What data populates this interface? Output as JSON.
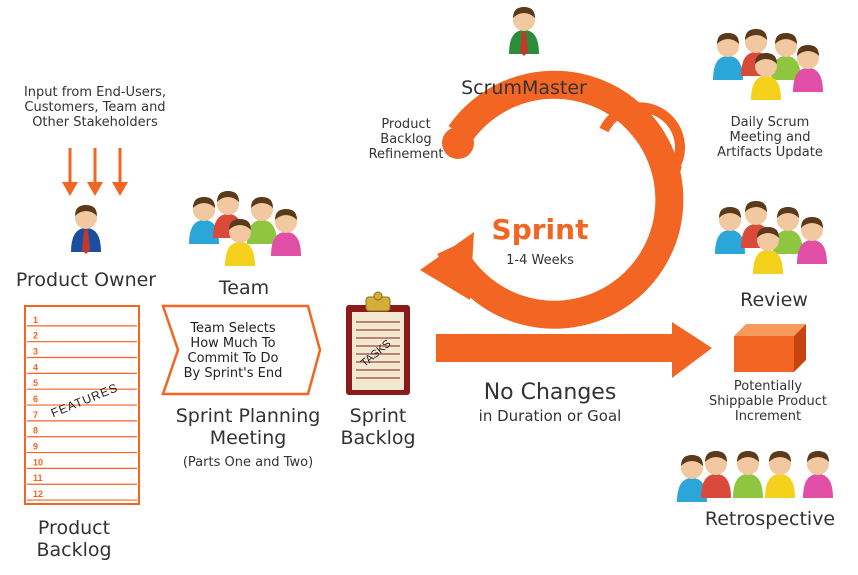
{
  "colors": {
    "accent": "#f26522",
    "backlog_line": "#f26522",
    "text": "#333333",
    "clipboard": "#8b1a1a"
  },
  "inputs": {
    "text": "Input from End-Users,\nCustomers, Team and\nOther Stakeholders"
  },
  "roles": {
    "product_owner": "Product Owner",
    "team": "Team",
    "scrum_master": "ScrumMaster"
  },
  "product_backlog": {
    "items": [
      "1",
      "2",
      "3",
      "4",
      "5",
      "6",
      "7",
      "8",
      "9",
      "10",
      "11",
      "12"
    ],
    "stamp": "FEATURES",
    "label": "Product\nBacklog"
  },
  "planning": {
    "box_text": "Team Selects\nHow Much To\nCommit To Do\nBy Sprint's End",
    "title": "Sprint Planning\nMeeting",
    "subtitle": "(Parts One and Two)"
  },
  "sprint_backlog": {
    "stamp": "TASKS",
    "label": "Sprint\nBacklog"
  },
  "sprint": {
    "title": "Sprint",
    "duration": "1-4 Weeks",
    "refinement": "Product\nBacklog\nRefinement",
    "no_changes": "No Changes",
    "no_changes_sub": "in Duration or Goal"
  },
  "events": {
    "daily": "Daily Scrum\nMeeting and\nArtifacts Update",
    "review": "Review",
    "increment": "Potentially\nShippable Product\nIncrement",
    "retro": "Retrospective"
  },
  "icons": {
    "person": "person-icon",
    "group": "people-group-icon",
    "clipboard": "clipboard-icon",
    "box": "product-box-icon"
  }
}
